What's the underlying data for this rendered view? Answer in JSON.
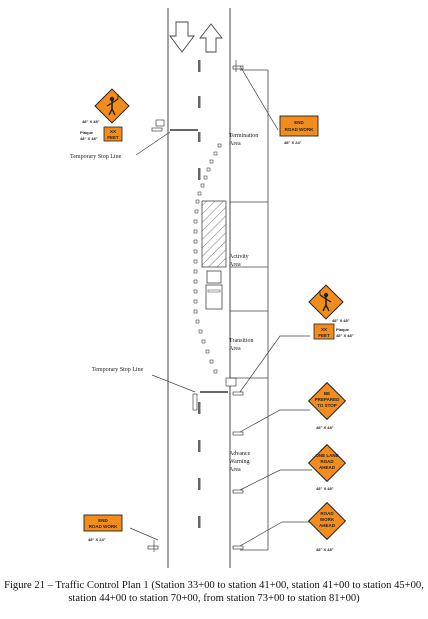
{
  "labels": {
    "termination_area": [
      "Termination",
      "Area"
    ],
    "activity_area": [
      "Activity",
      "Area"
    ],
    "transition_area": [
      "Transition",
      "Area"
    ],
    "advance_warning_area": [
      "Advance",
      "Warning",
      "Area"
    ],
    "temp_stop_line_top": "Temporary Stop Line",
    "temp_stop_line_bottom": "Temporary Stop Line"
  },
  "signs": {
    "flagger_top": {
      "size": "48\" X 48\"",
      "plaque_label": [
        "Plaque",
        "48\" X 48\""
      ],
      "plaque_text": [
        "XX",
        "FEET"
      ]
    },
    "end_road_work_top": {
      "text": [
        "END",
        "ROAD WORK"
      ],
      "size": "48\" X 24\""
    },
    "flagger_right": {
      "size": "48\" X 48\"",
      "plaque_label": [
        "Plaque",
        "48\" X 48\""
      ],
      "plaque_text": [
        "XX",
        "FEET"
      ]
    },
    "be_prepared": {
      "text": [
        "BE",
        "PREPARED",
        "TO STOP"
      ],
      "size": "48\" X 48\""
    },
    "one_lane": {
      "text": [
        "ONE LANE",
        "ROAD",
        "AHEAD"
      ],
      "size": "48\" X 48\""
    },
    "road_work_ahead": {
      "text": [
        "ROAD",
        "WORK",
        "AHEAD"
      ],
      "size": "48\" X 48\""
    },
    "end_road_work_bottom": {
      "text": [
        "END",
        "ROAD WORK"
      ],
      "size": "48\" X 24\""
    }
  },
  "caption": "Figure 21 – Traffic Control Plan 1 (Station 33+00 to station 41+00, station 41+00 to station 45+00, station 44+00 to station 70+00, from station 73+00 to station 81+00)",
  "colors": {
    "sign_orange": "#f28c1c",
    "sign_border": "#222222",
    "line": "#555555"
  }
}
